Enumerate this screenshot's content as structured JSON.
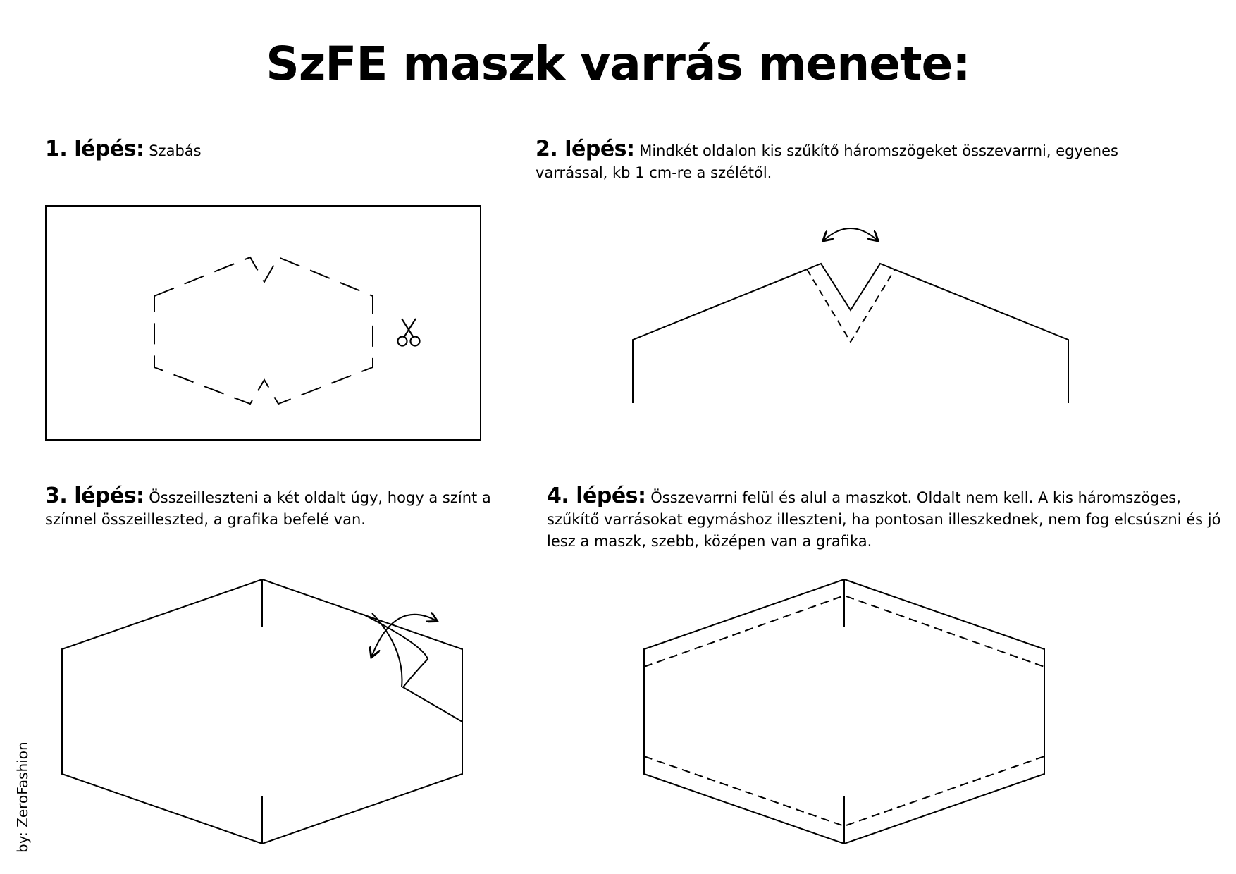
{
  "title": "SzFE maszk varrás menete:",
  "steps": [
    {
      "label": "1. lépés:",
      "text": "Szabás"
    },
    {
      "label": "2. lépés:",
      "text": "Mindkét oldalon kis szűkítő háromszögeket összevarrni, egyenes varrással, kb 1 cm-re a szélétől."
    },
    {
      "label": "3. lépés:",
      "text": "Összeilleszteni a két oldalt úgy, hogy a színt a színnel összeilleszted, a grafika befelé van."
    },
    {
      "label": "4. lépés:",
      "text": "Összevarrni felül és alul a maszkot. Oldalt nem kell. A kis háromszöges, szűkítő varrásokat egymáshoz illeszteni, ha pontosan illeszkednek, nem fog elcsúszni és jó lesz a maszk, szebb, középen van a grafika."
    }
  ],
  "byline": "by: ZeroFashion",
  "icons": [
    "scissors-icon",
    "curved-arrow-icon"
  ]
}
